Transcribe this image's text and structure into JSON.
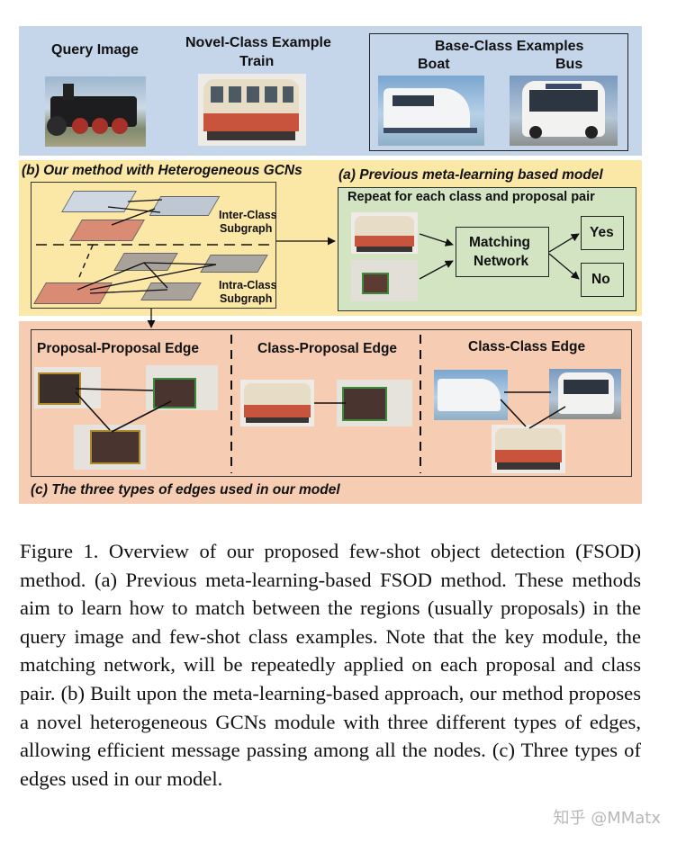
{
  "top_panel": {
    "query_label": "Query Image",
    "novel_label_line1": "Novel-Class Example",
    "novel_label_line2": "Train",
    "base_label": "Base-Class Examples",
    "boat_label": "Boat",
    "bus_label": "Bus"
  },
  "method_panel": {
    "title": "(b) Our method with Heterogeneous GCNs",
    "inter_line1": "Inter-Class",
    "inter_line2": "Subgraph",
    "intra_line1": "Intra-Class",
    "intra_line2": "Subgraph"
  },
  "previous_panel": {
    "title": "(a) Previous meta-learning based model",
    "repeat_label": "Repeat for each class and proposal pair",
    "matching_line1": "Matching",
    "matching_line2": "Network",
    "yes_label": "Yes",
    "no_label": "No"
  },
  "edges_panel": {
    "pp_label": "Proposal-Proposal Edge",
    "cp_label": "Class-Proposal Edge",
    "cc_label": "Class-Class Edge",
    "footer": "(c) The three types of edges used in our model"
  },
  "caption": "Figure 1. Overview of our proposed few-shot object detection (FSOD) method. (a) Previous meta-learning-based FSOD method. These methods aim to learn how to match between the regions (usually proposals) in the query image and few-shot class examples.  Note that the key module, the matching network, will be repeatedly applied on each proposal and class pair. (b) Built upon the meta-learning-based approach, our method proposes a novel heterogeneous GCNs module with three different types of edges, allowing efficient message passing among all the nodes. (c) Three types of edges used in our model.",
  "watermark": "知乎 @MMatx",
  "colors": {
    "top_bg": "#c5d6ea",
    "method_bg": "#fbe7a6",
    "previous_bg": "#d3e4c3",
    "edges_bg": "#f6cdb3",
    "train_red": "#c9543e",
    "train_cream": "#e7dcc6"
  }
}
